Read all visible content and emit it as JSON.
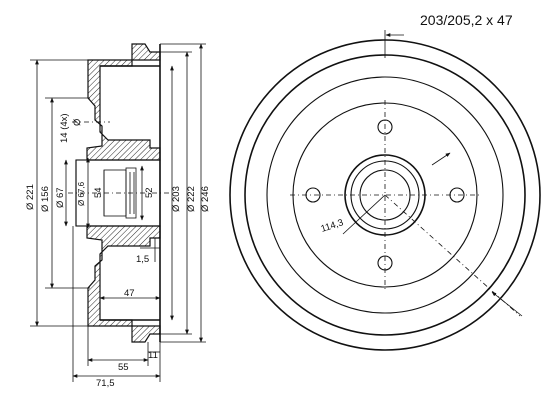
{
  "title": "203/205,2 x 47",
  "side_view": {
    "dimensions": {
      "d221": "Ø 221",
      "d156": "Ø 156",
      "d67": "Ø 67",
      "holes": "14 (4x)",
      "hole_dia": "Ø",
      "d67_6": "Ø 67,6",
      "v54": "54",
      "v52": "52",
      "d203": "Ø 203",
      "d222": "Ø 222",
      "d246": "Ø 246",
      "v1_5": "1,5",
      "v47": "47",
      "v55": "55",
      "v11": "11",
      "v71_5": "71,5"
    }
  },
  "front_view": {
    "bolt_circle": "114,3",
    "bolt_count": 4
  }
}
